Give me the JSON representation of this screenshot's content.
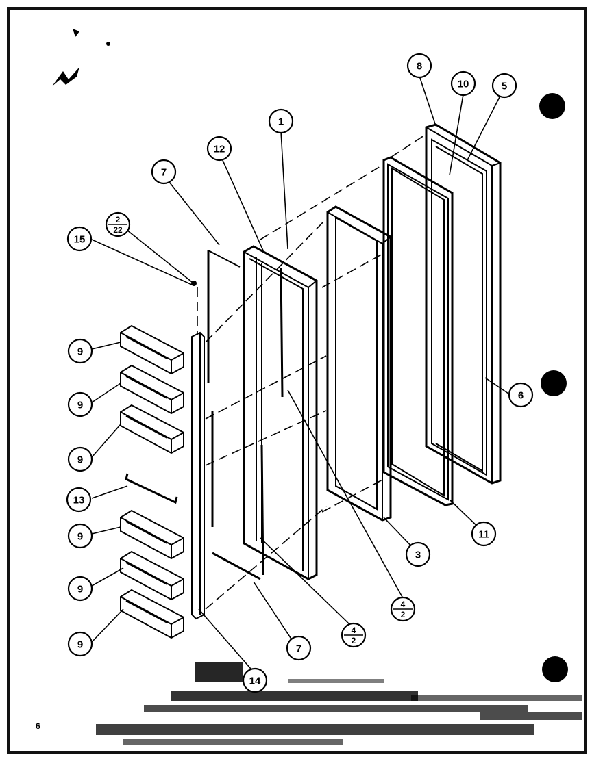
{
  "callouts": [
    {
      "id": "c-8",
      "label": "8"
    },
    {
      "id": "c-10",
      "label": "10"
    },
    {
      "id": "c-5",
      "label": "5"
    },
    {
      "id": "c-1",
      "label": "1"
    },
    {
      "id": "c-12",
      "label": "12"
    },
    {
      "id": "c-7a",
      "label": "7"
    },
    {
      "id": "c-15",
      "label": "15"
    },
    {
      "id": "c-9a",
      "label": "9"
    },
    {
      "id": "c-9b",
      "label": "9"
    },
    {
      "id": "c-9c",
      "label": "9"
    },
    {
      "id": "c-13",
      "label": "13"
    },
    {
      "id": "c-9d",
      "label": "9"
    },
    {
      "id": "c-9e",
      "label": "9"
    },
    {
      "id": "c-9f",
      "label": "9"
    },
    {
      "id": "c-6",
      "label": "6"
    },
    {
      "id": "c-11",
      "label": "11"
    },
    {
      "id": "c-3",
      "label": "3"
    },
    {
      "id": "c-7b",
      "label": "7"
    },
    {
      "id": "c-14",
      "label": "14"
    }
  ],
  "fraction_callouts": [
    {
      "id": "f-2-22",
      "top": "2",
      "bottom": "22"
    },
    {
      "id": "f-4-2a",
      "top": "4",
      "bottom": "2"
    },
    {
      "id": "f-4-2b",
      "top": "4",
      "bottom": "2"
    }
  ],
  "page_number": "6",
  "colors": {
    "ink": "#000000",
    "paper": "#ffffff"
  }
}
